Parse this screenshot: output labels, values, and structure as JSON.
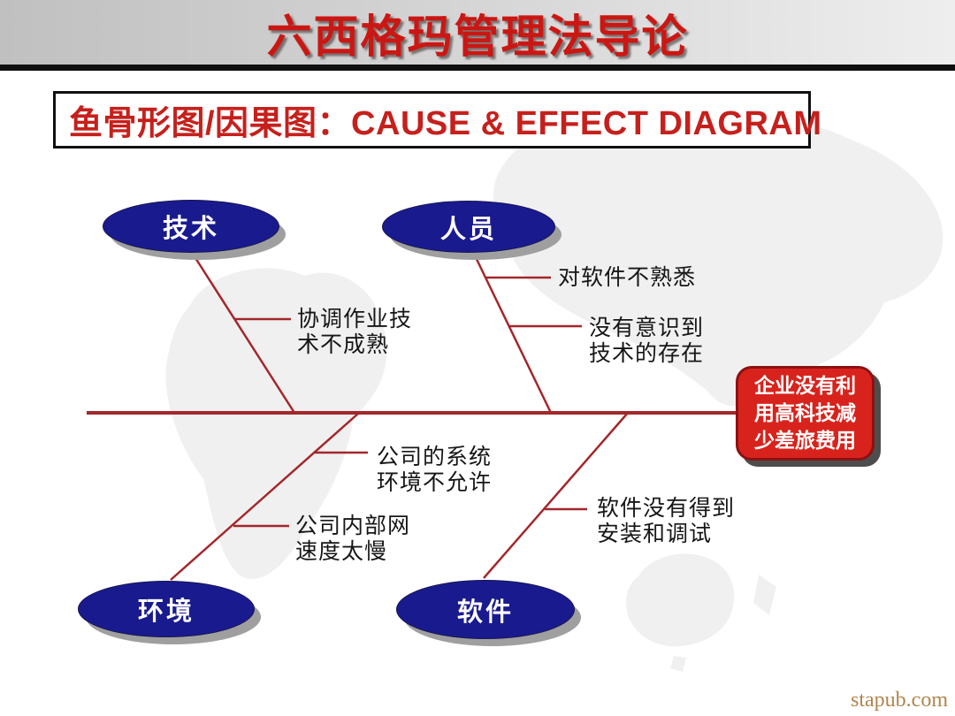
{
  "header": {
    "title": "六西格玛管理法导论"
  },
  "subtitle": {
    "text": "鱼骨形图/因果图：CAUSE & EFFECT DIAGRAM"
  },
  "diagram": {
    "type": "fishbone-cause-effect",
    "effect": {
      "text": "企业没有利用高科技减少差旅费用",
      "display": "企业没有利\n用高科技减\n少差旅费用"
    },
    "categories": [
      {
        "label": "技术"
      },
      {
        "label": "人员"
      },
      {
        "label": "环境"
      },
      {
        "label": "软件"
      }
    ],
    "causes": [
      {
        "category": "技术",
        "text": "协调作业技\n术不成熟"
      },
      {
        "category": "人员",
        "text": "对软件不熟悉"
      },
      {
        "category": "人员",
        "text": "没有意识到\n技术的存在"
      },
      {
        "category": "环境",
        "text": "公司的系统\n环境不允许"
      },
      {
        "category": "环境",
        "text": "公司内部网\n速度太慢"
      },
      {
        "category": "软件",
        "text": "软件没有得到\n安装和调试"
      }
    ],
    "colors": {
      "title_red": "#cb1713",
      "subtitle_red": "#c6201c",
      "bone_red": "#a3272b",
      "node_navy": "#1a1a8f",
      "effect_red": "#d8231d",
      "effect_border": "#8c1113",
      "banner_grey": "#c8c8c8",
      "divider_black": "#101010",
      "map_grey": "#f0f0f0",
      "watermark_tan": "#b1854d"
    }
  },
  "watermark": {
    "text": "stapub.com"
  }
}
